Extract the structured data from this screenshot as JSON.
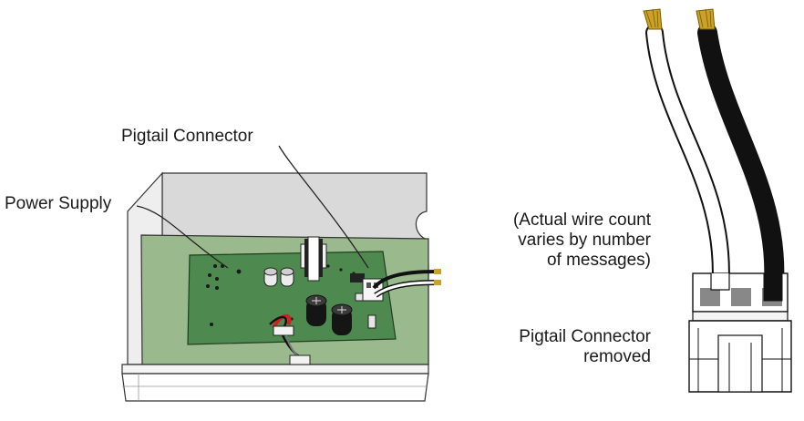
{
  "labels": {
    "pigtail_connector": "Pigtail Connector",
    "power_supply": "Power Supply",
    "wire_note": [
      "(Actual wire count",
      "varies by number",
      "of messages)"
    ],
    "removed": [
      "Pigtail Connector",
      "removed"
    ]
  },
  "colors": {
    "board": "#4e8a4f",
    "tray_floor": "#9ab98d",
    "enclosure": "#d9d9d9",
    "wire_black": "#111111",
    "wire_white": "#ffffff",
    "copper": "#c9a227",
    "connector_red": "#d22020"
  }
}
